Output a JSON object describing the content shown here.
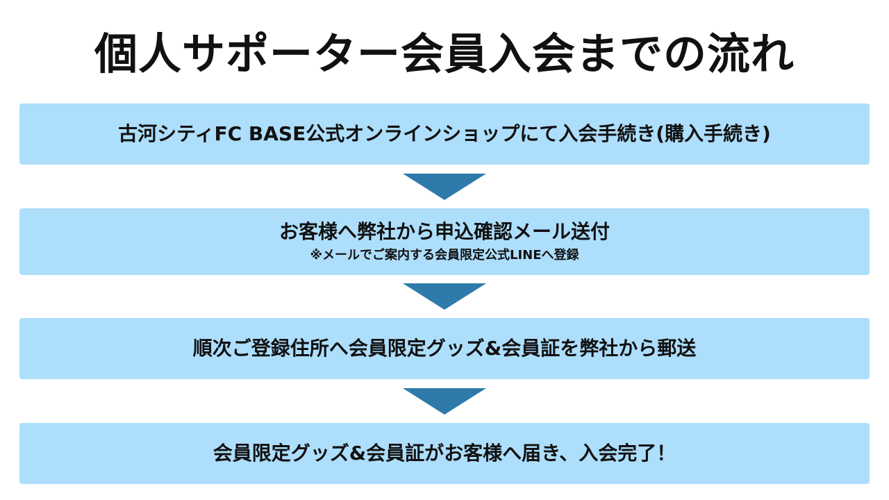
{
  "title": "個人サポーター会員入会までの流れ",
  "steps": [
    {
      "text": "古河シティFC BASE公式オンラインショップにて入会手続き(購入手続き)"
    },
    {
      "text": "お客様へ弊社から申込確認メール送付",
      "note": "※メールでご案内する会員限定公式LINEへ登録"
    },
    {
      "text": "順次ご登録住所へ会員限定グッズ&会員証を弊社から郵送"
    },
    {
      "text": "会員限定グッズ&会員証がお客様へ届き、入会完了！"
    }
  ],
  "colors": {
    "step_bg": "#ADDEFC",
    "arrow": "#2E7AAB",
    "text": "#111111"
  },
  "icons": {
    "arrow": "down-triangle-arrow-icon"
  }
}
